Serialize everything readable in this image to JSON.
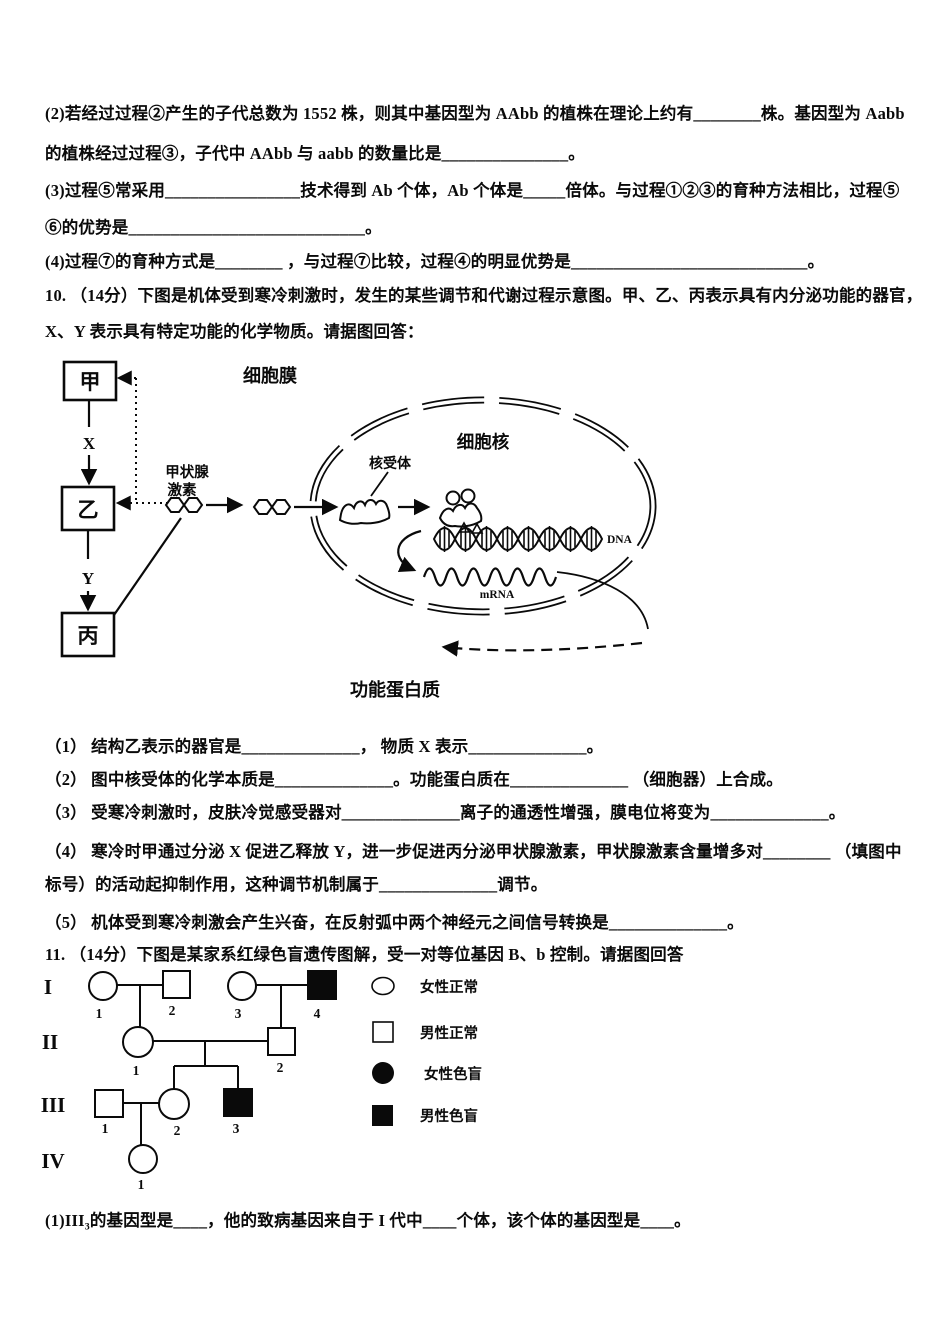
{
  "document": {
    "q9": {
      "lines": [
        "(2)若经过过程②产生的子代总数为 1552 株，则其中基因型为 AAbb 的植株在理论上约有________株。基因型为 Aabb",
        "的植株经过过程③，子代中 AAbb 与 aabb 的数量比是_______________。",
        "(3)过程⑤常采用________________技术得到 Ab 个体，Ab 个体是_____倍体。与过程①②③的育种方法相比，过程⑤",
        "⑥的优势是____________________________。",
        "(4)过程⑦的育种方式是________ ，与过程⑦比较，过程④的明显优势是____________________________。"
      ]
    },
    "q10": {
      "header_lines": [
        "10.  （14分）下图是机体受到寒冷刺激时，发生的某些调节和代谢过程示意图。甲、乙、丙表示具有内分泌功能的器官，",
        "X、Y 表示具有特定功能的化学物质。请据图回答："
      ],
      "diagram": {
        "organ_top": "甲",
        "organ_mid": "乙",
        "organ_bottom": "丙",
        "substance_x": "X",
        "substance_y": "Y",
        "cell_membrane": "细胞膜",
        "nucleus": "细胞核",
        "nuclear_receptor": "核受体",
        "thyroid_hormone_l1": "甲状腺",
        "thyroid_hormone_l2": "激素",
        "dna": "DNA",
        "mrna": "mRNA",
        "functional_protein": "功能蛋白质"
      },
      "sub_lines": [
        "（1） 结构乙表示的器官是______________， 物质 X 表示______________。",
        "（2） 图中核受体的化学本质是______________。功能蛋白质在______________ （细胞器）上合成。",
        "（3） 受寒冷刺激时，皮肤冷觉感受器对______________离子的通透性增强，膜电位将变为______________。",
        "（4） 寒冷时甲通过分泌 X 促进乙释放 Y，进一步促进丙分泌甲状腺激素，甲状腺激素含量增多对________ （填图中",
        "标号）的活动起抑制作用，这种调节机制属于______________调节。",
        "（5） 机体受到寒冷刺激会产生兴奋，在反射弧中两个神经元之间信号转换是______________。"
      ]
    },
    "q11": {
      "header": "11.  （14分）下图是某家系红绿色盲遗传图解，受一对等位基因 B、b 控制。请据图回答",
      "pedigree": {
        "rows": [
          "I",
          "II",
          "III",
          "IV"
        ],
        "numbers": {
          "i1": "1",
          "i2": "2",
          "i3": "3",
          "i4": "4",
          "ii1": "1",
          "ii2": "2",
          "iii1": "1",
          "iii2": "2",
          "iii3": "3",
          "iv1": "1"
        },
        "legend": {
          "female_normal": "女性正常",
          "male_normal": "男性正常",
          "female_affected": "女性色盲",
          "male_affected": "男性色盲"
        }
      },
      "q1_line": "(1)III₃的基因型是____，他的致病基因来自于 I 代中____个体，该个体的基因型是____。"
    }
  }
}
